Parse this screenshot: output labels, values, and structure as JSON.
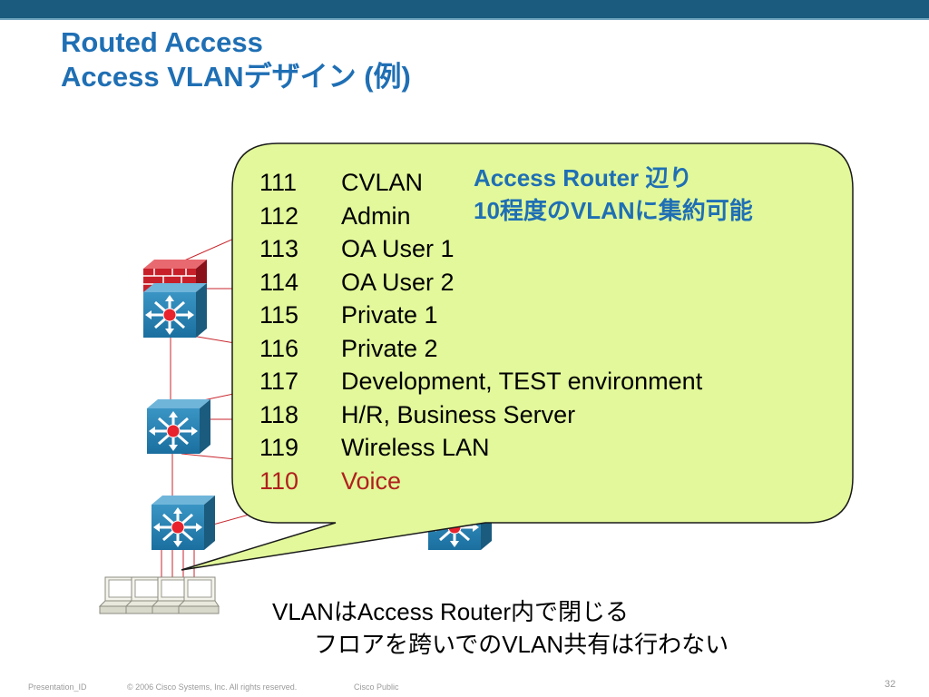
{
  "slide": {
    "title_line1": "Routed Access",
    "title_line2": "Access VLANデザイン (例)"
  },
  "callout": {
    "note_line1": "Access Router 辺り",
    "note_line2": "10程度のVLANに集約可能",
    "vlans": [
      {
        "id": "111",
        "name": "CVLAN"
      },
      {
        "id": "112",
        "name": "Admin"
      },
      {
        "id": "113",
        "name": "OA User 1"
      },
      {
        "id": "114",
        "name": "OA User 2"
      },
      {
        "id": "115",
        "name": "Private 1"
      },
      {
        "id": "116",
        "name": "Private 2"
      },
      {
        "id": "117",
        "name": "Development, TEST environment"
      },
      {
        "id": "118",
        "name": "H/R, Business Server"
      },
      {
        "id": "119",
        "name": "Wireless LAN"
      },
      {
        "id": "110",
        "name": "Voice"
      }
    ],
    "colors": {
      "fill": "#e2f89a",
      "highlight": "#b0211f",
      "note": "#1f6fb4"
    }
  },
  "caption": {
    "line1": "VLANはAccess Router内で閉じる",
    "line2": "フロアを跨いでのVLAN共有は行わない"
  },
  "footer": {
    "presentation_id": "Presentation_ID",
    "copyright": "© 2006 Cisco Systems, Inc. All rights reserved.",
    "classification": "Cisco Public",
    "page_number": "32"
  },
  "icons": [
    "firewall-icon",
    "layer3-switch-icon",
    "workstation-icon"
  ]
}
